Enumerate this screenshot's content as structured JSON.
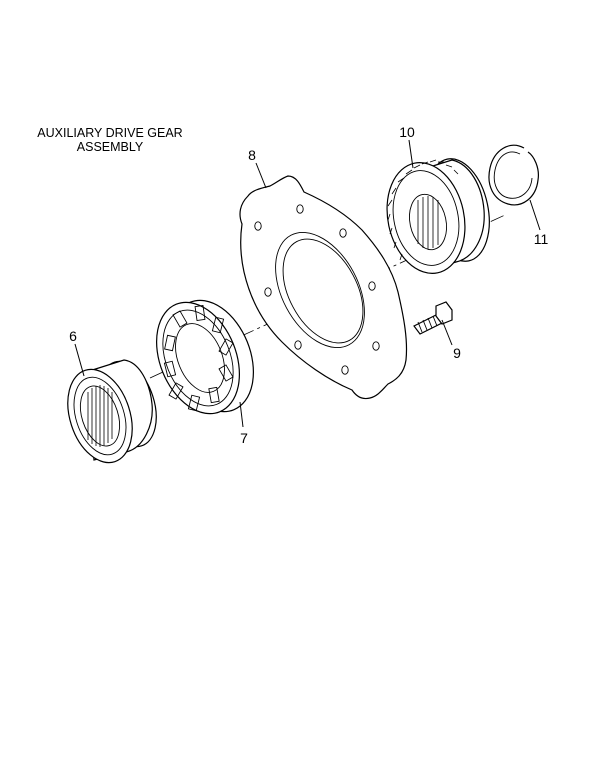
{
  "title": {
    "line1": "AUXILIARY DRIVE GEAR",
    "line2": "ASSEMBLY"
  },
  "callouts": {
    "part6": "6",
    "part7": "7",
    "part8": "8",
    "part9": "9",
    "part10": "10",
    "part11": "11"
  }
}
